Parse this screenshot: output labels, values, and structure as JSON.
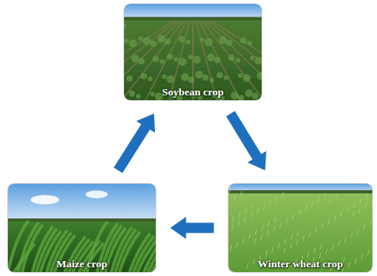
{
  "diagram": {
    "nodes": [
      {
        "text": [
          "Soybean crop"
        ]
      },
      {
        "text": [
          "Winter wheat crop"
        ]
      },
      {
        "text": [
          "Maize crop"
        ]
      }
    ],
    "edges": [
      {
        "from": 0,
        "to": 1,
        "arrow": "to"
      },
      {
        "from": 1,
        "to": 2,
        "arrow": "to"
      },
      {
        "from": 2,
        "to": 0,
        "arrow": "to"
      }
    ]
  }
}
